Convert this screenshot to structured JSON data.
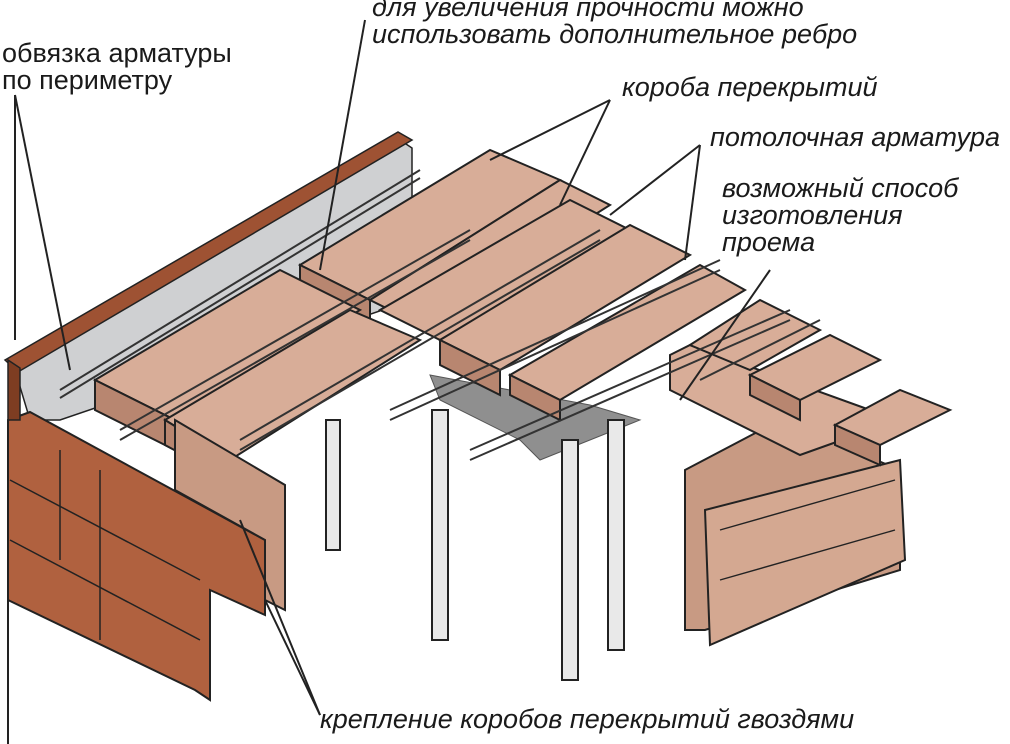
{
  "labels": {
    "perimeter": [
      "обвязка арматуры",
      "по периметру"
    ],
    "extra_rib": [
      "для увеличения прочности можно",
      "использовать дополнительное ребро"
    ],
    "boxes": "короба перекрытий",
    "ceiling_rebar": "потолочная арматура",
    "opening": [
      "возможный способ",
      "изготовления",
      "проема"
    ],
    "nailing": "крепление коробов перекрытий гвоздями"
  },
  "colors": {
    "box_top": "#d8ad98",
    "box_side": "#c89a83",
    "box_front": "#b88670",
    "brick": "#b0613f",
    "brick_dark": "#7e3d22",
    "insulation": "#cfd0d2",
    "rebar": "#333333",
    "support": "#e9e9e9",
    "beam": "#8f8f8f",
    "outline": "#222222"
  }
}
